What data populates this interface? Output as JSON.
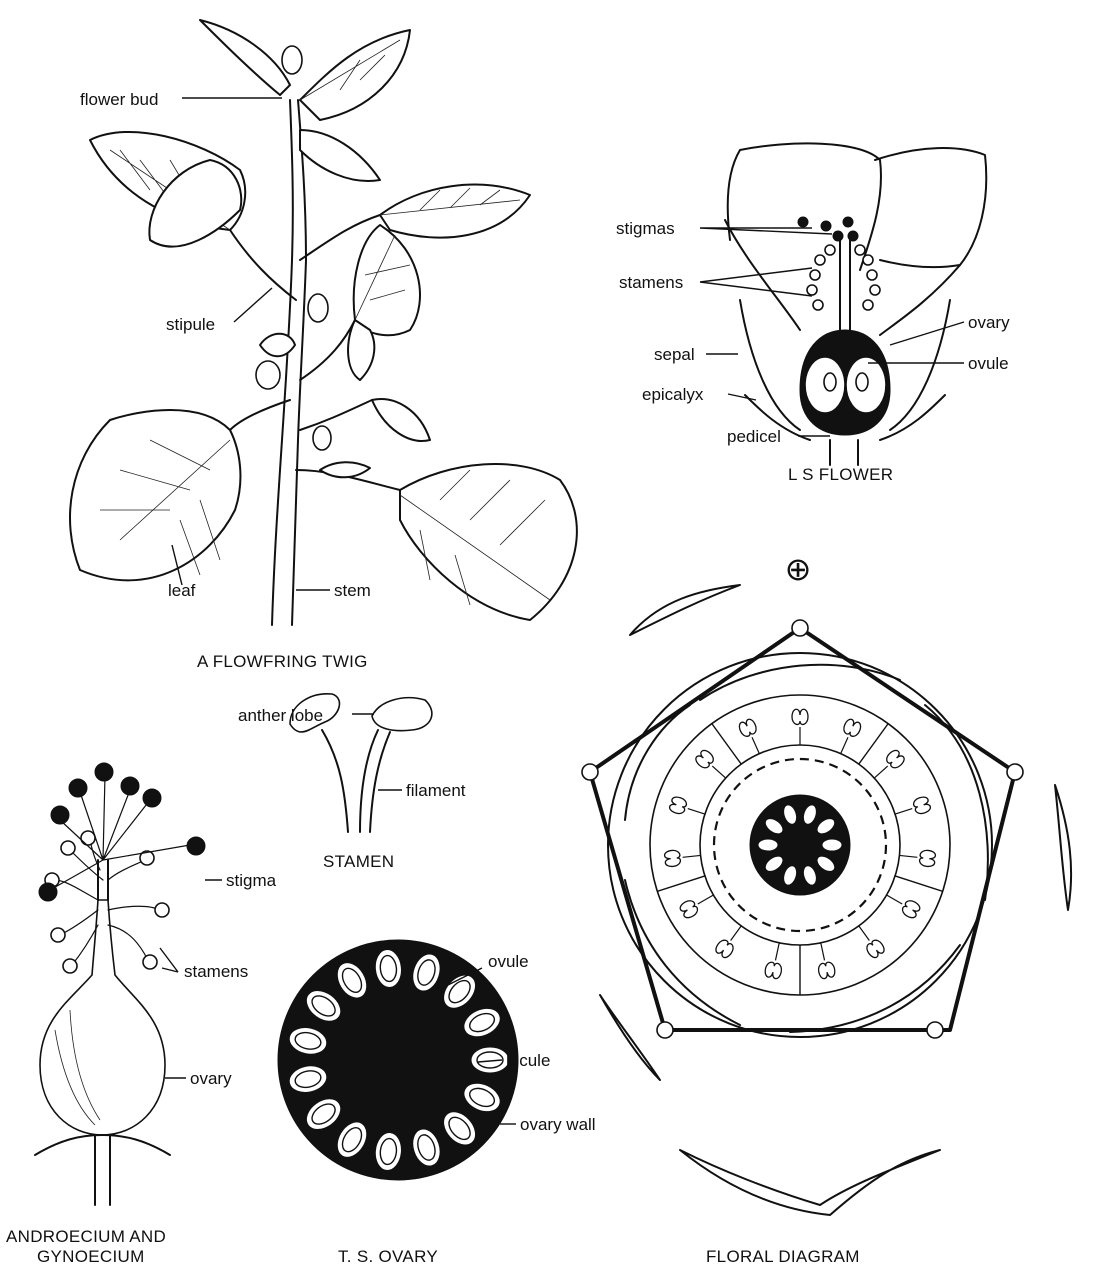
{
  "figures": {
    "twig": {
      "caption": "A FLOWFRING TWIG",
      "labels": {
        "flower_bud": "flower bud",
        "stipule": "stipule",
        "leaf": "leaf",
        "stem": "stem"
      }
    },
    "ls_flower": {
      "caption": "L S FLOWER",
      "labels": {
        "stigmas": "stigmas",
        "stamens": "stamens",
        "ovary": "ovary",
        "sepal": "sepal",
        "ovule": "ovule",
        "epicalyx": "epicalyx",
        "pedicel": "pedicel"
      }
    },
    "stamen": {
      "caption": "STAMEN",
      "labels": {
        "anther_lobe": "anther lobe",
        "filament": "filament"
      }
    },
    "androecium": {
      "caption_line1": "ANDROECIUM AND",
      "caption_line2": "GYNOECIUM",
      "labels": {
        "stigma": "stigma",
        "stamens": "stamens",
        "ovary": "ovary"
      }
    },
    "ts_ovary": {
      "caption": "T. S. OVARY",
      "labels": {
        "ovule": "ovule",
        "locule": "locule",
        "ovary_wall": "ovary wall"
      }
    },
    "floral_diagram": {
      "caption": "FLORAL DIAGRAM",
      "symbol": "⊕"
    }
  }
}
